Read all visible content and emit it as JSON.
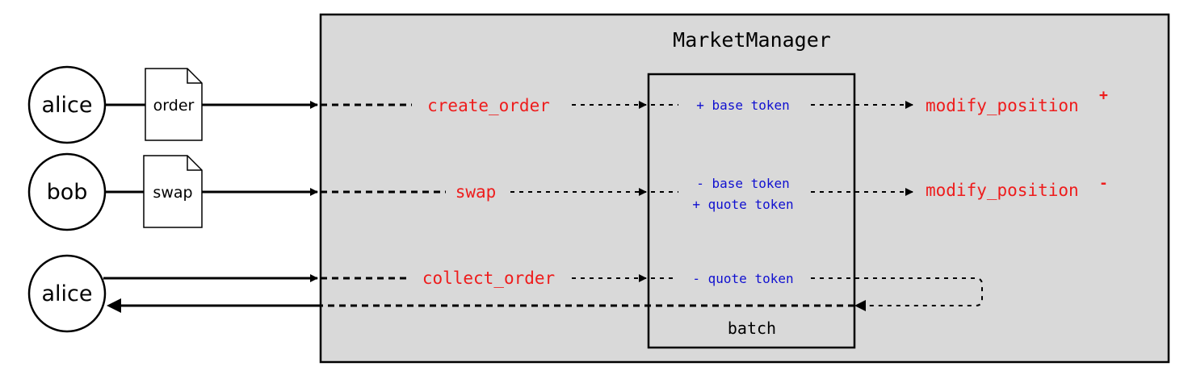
{
  "container": {
    "title": "MarketManager"
  },
  "batch": {
    "label": "batch"
  },
  "actors": {
    "alice_1": "alice",
    "bob": "bob",
    "alice_2": "alice"
  },
  "documents": {
    "order": "order",
    "swap": "swap"
  },
  "operations": {
    "create_order": "create_order",
    "swap": "swap",
    "collect_order": "collect_order"
  },
  "tokens": {
    "row1": "+ base token",
    "row2_line1": "- base token",
    "row2_line2": "+ quote token",
    "row3": "- quote token"
  },
  "positions": {
    "positive": {
      "label": "modify_position",
      "sign": "+"
    },
    "negative": {
      "label": "modify_position",
      "sign": "-"
    }
  },
  "colors": {
    "operation": "#ee1c1c",
    "token": "#1010d0",
    "container_fill": "#d9d9d9",
    "stroke": "#000000"
  }
}
